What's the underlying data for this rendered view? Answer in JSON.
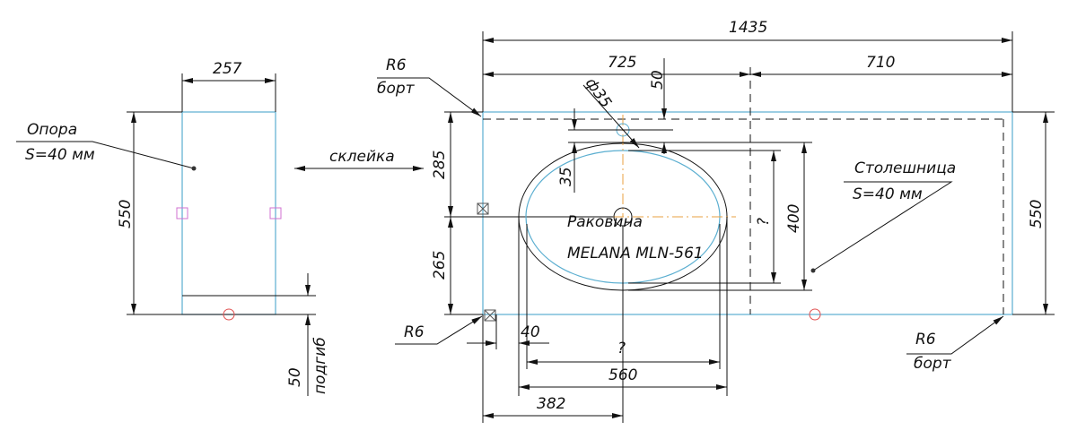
{
  "support": {
    "width_dim": "257",
    "height_dim": "550",
    "label_line1": "Опора",
    "label_line2": "S=40 мм",
    "bend_dim": "50",
    "bend_label": "подгиб"
  },
  "joint_label": "склейка",
  "countertop": {
    "total_width": "1435",
    "left_width": "725",
    "right_width": "710",
    "height_dim": "550",
    "top_part": "285",
    "bottom_part": "265",
    "label_line1": "Столешница",
    "label_line2": "S=40 мм",
    "radius_top_left": "R6",
    "radius_top_left_note": "борт",
    "radius_bottom_left": "R6",
    "radius_bottom_right": "R6",
    "radius_bottom_right_note": "борт"
  },
  "sink": {
    "label_line1": "Раковина",
    "label_line2": "MELANA MLN-561",
    "tap_hole": "ф35",
    "tap_offset": "50",
    "tap_to_edge": "35",
    "depth_unknown": "?",
    "depth": "400",
    "edge_offset": "40",
    "width_unknown": "?",
    "width": "560",
    "center_offset": "382"
  },
  "colors": {
    "outline": "#5aaed0",
    "axis": "#e8a040",
    "marker_pink": "#d070d0",
    "marker_red": "#e05050"
  }
}
